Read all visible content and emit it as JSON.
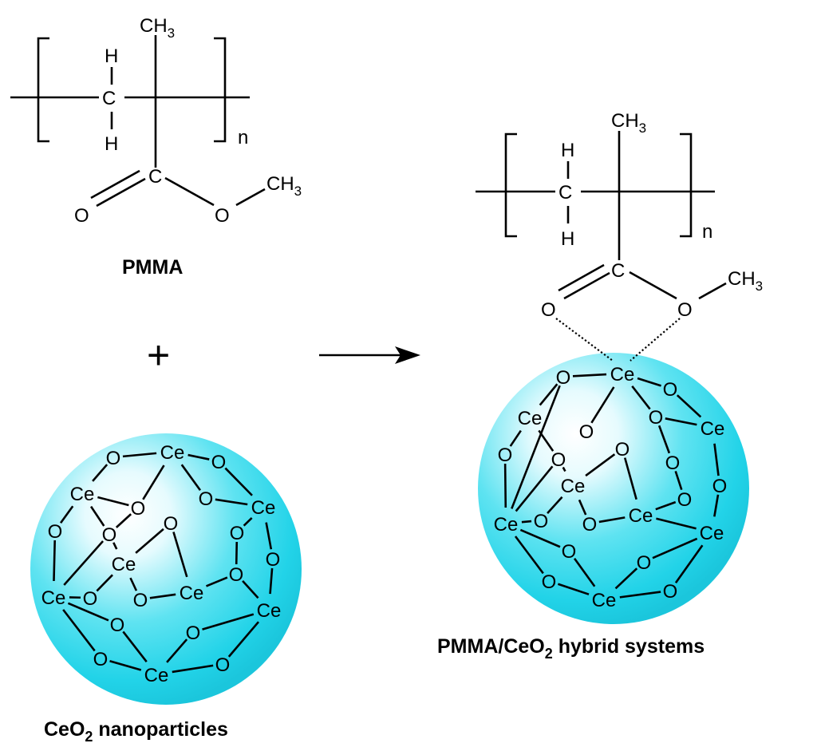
{
  "left": {
    "polymer": {
      "top_group": "CH",
      "top_group_sub": "3",
      "h_top": "H",
      "h_bottom": "H",
      "ch2_carbon": "C",
      "repeat_index": "n",
      "carbonyl_carbon": "C",
      "carbonyl_oxygen": "O",
      "ester_oxygen": "O",
      "methyl_group": "CH",
      "methyl_group_sub": "3"
    },
    "polymer_caption": "PMMA",
    "plus_sign": "+",
    "nanoparticle_caption_prefix": "CeO",
    "nanoparticle_caption_sub": "2",
    "nanoparticle_caption_suffix": " nanoparticles"
  },
  "right": {
    "polymer": {
      "top_group": "CH",
      "top_group_sub": "3",
      "h_top": "H",
      "h_bottom": "H",
      "ch2_carbon": "C",
      "repeat_index": "n",
      "carbonyl_carbon": "C",
      "carbonyl_oxygen": "O",
      "ester_oxygen": "O",
      "methyl_group": "CH",
      "methyl_group_sub": "3"
    },
    "hybrid_caption_prefix": "PMMA/CeO",
    "hybrid_caption_sub": "2",
    "hybrid_caption_suffix": " hybrid systems"
  },
  "cluster_labels": {
    "cerium": "Ce",
    "oxygen": "O"
  },
  "colors": {
    "sphere_edge": "#22d3e8",
    "sphere_highlight": "#ffffff",
    "line": "#000000"
  }
}
